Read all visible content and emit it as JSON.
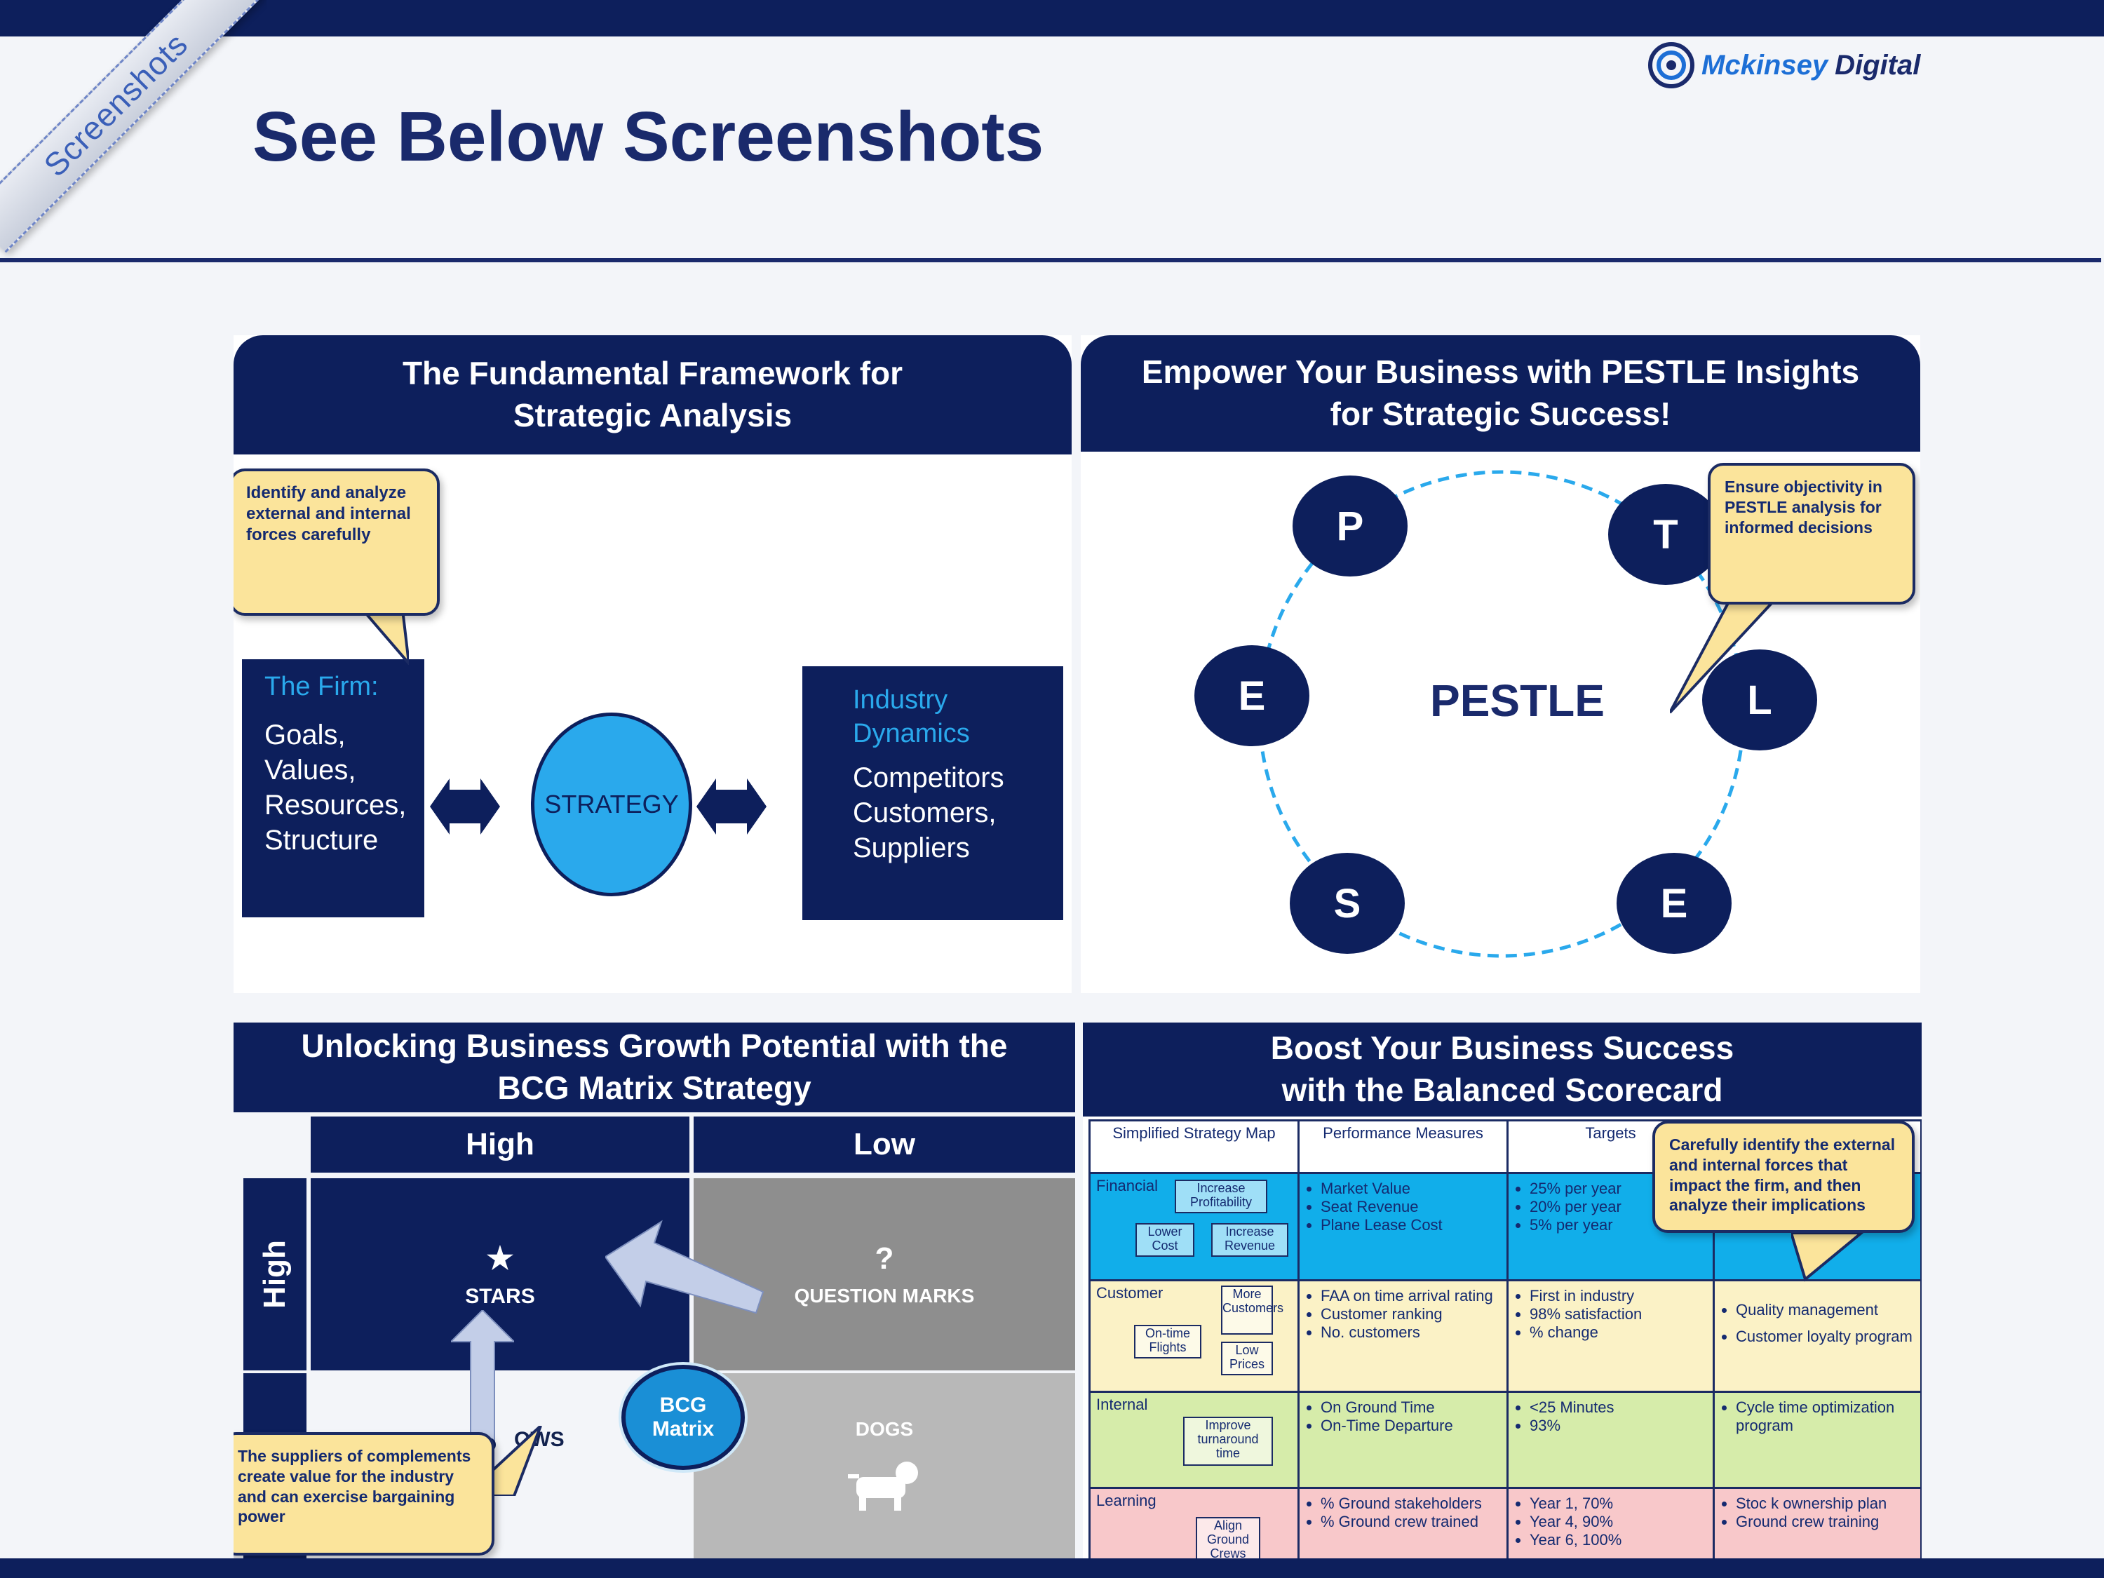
{
  "header": {
    "ribbon_label": "Screenshots",
    "title": "See Below Screenshots",
    "logo_primary": "Mckinsey",
    "logo_secondary": "Digital"
  },
  "panels": {
    "framework": {
      "title_line1": "The Fundamental Framework for",
      "title_line2": "Strategic Analysis",
      "callout": "Identify and analyze external and internal forces carefully",
      "firm_title": "The Firm:",
      "firm_items": [
        "Goals,",
        "Values,",
        "Resources,",
        "Structure"
      ],
      "strategy_label": "STRATEGY",
      "industry_title_line1": "Industry",
      "industry_title_line2": "Dynamics",
      "industry_items": [
        "Competitors",
        "Customers,",
        "Suppliers"
      ]
    },
    "pestle": {
      "title_line1": "Empower Your Business with PESTLE Insights",
      "title_line2": "for Strategic Success!",
      "center_label": "PESTLE",
      "letters": [
        "P",
        "T",
        "E",
        "L",
        "S",
        "E"
      ],
      "callout": "Ensure objectivity in PESTLE analysis for informed decisions"
    },
    "bcg": {
      "title_line1": "Unlocking Business Growth Potential with the",
      "title_line2": "BCG Matrix Strategy",
      "col_high": "High",
      "col_low": "Low",
      "row_high": "High",
      "stars": "STARS",
      "question_marks": "QUESTION MARKS",
      "question_icon": "?",
      "cows_fragment": "OWS",
      "dogs": "DOGS",
      "center_line1": "BCG",
      "center_line2": "Matrix",
      "callout": "The suppliers of complements create value for the industry and can exercise bargaining power"
    },
    "scorecard": {
      "title_line1": "Boost Your Business Success",
      "title_line2": "with the Balanced Scorecard",
      "headers": [
        "Simplified Strategy Map",
        "Performance Measures",
        "Targets",
        ""
      ],
      "callout": "Carefully identify the external and internal forces that impact the firm, and then analyze their implications",
      "rows": {
        "financial": {
          "label": "Financial",
          "map_nodes": [
            "Increase Profitability",
            "Lower Cost",
            "Increase Revenue"
          ],
          "measures": [
            "Market Value",
            "Seat Revenue",
            "Plane Lease Cost"
          ],
          "targets": [
            "25% per year",
            "20% per year",
            "5% per year"
          ]
        },
        "customer": {
          "label": "Customer",
          "map_nodes": [
            "More Customers",
            "On-time Flights",
            "Low Prices"
          ],
          "measures": [
            "FAA on time arrival rating",
            "Customer ranking",
            "No. customers"
          ],
          "targets": [
            "First in industry",
            "98% satisfaction",
            "% change"
          ],
          "initiatives": [
            "Quality management",
            "Customer loyalty program"
          ]
        },
        "internal": {
          "label": "Internal",
          "map_nodes": [
            "Improve turnaround time"
          ],
          "measures": [
            "On Ground Time",
            "On-Time Departure"
          ],
          "targets": [
            "<25 Minutes",
            "93%"
          ],
          "initiatives": [
            "Cycle time optimization program"
          ]
        },
        "learning": {
          "label": "Learning",
          "map_nodes": [
            "Align Ground Crews"
          ],
          "measures": [
            "% Ground stakeholders",
            "% Ground crew trained"
          ],
          "targets": [
            "Year 1, 70%",
            "Year 4, 90%",
            "Year 6, 100%"
          ],
          "initiatives": [
            "Stoc k ownership plan",
            "Ground crew training"
          ]
        }
      }
    }
  },
  "colors": {
    "navy": "#0d1f5c",
    "accent_cyan": "#2aa9ec",
    "callout_yellow": "#fbe49b"
  }
}
